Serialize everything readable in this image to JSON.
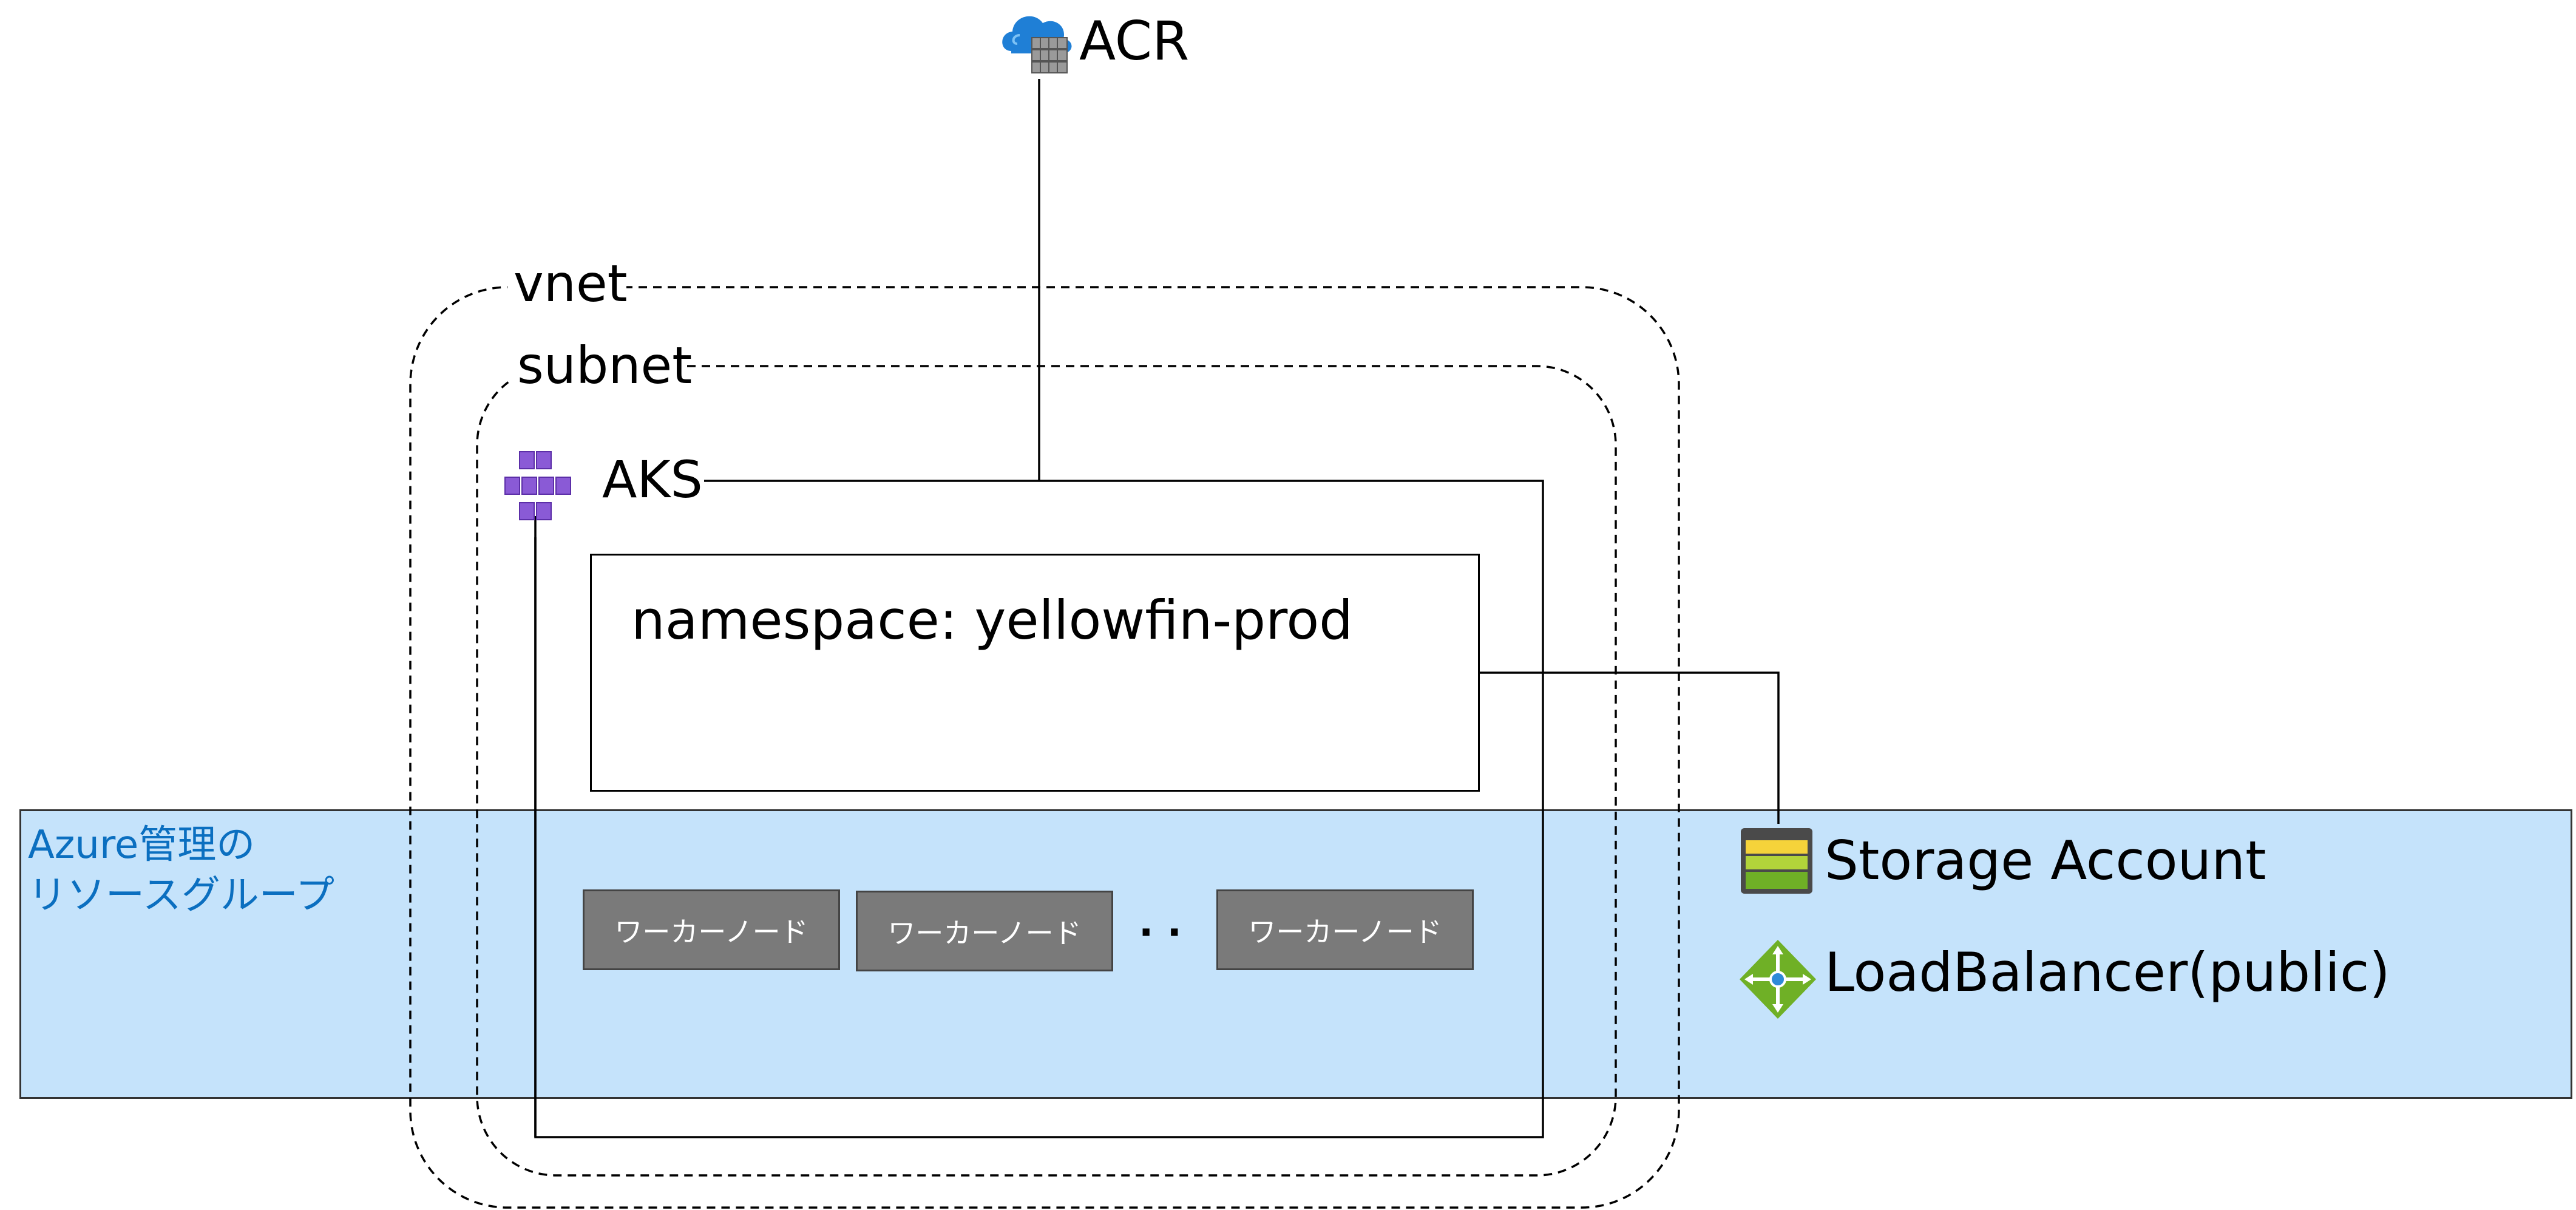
{
  "nodes": {
    "acr": {
      "label": "ACR",
      "icon": "container-registry-icon"
    },
    "vnet": {
      "label": "vnet"
    },
    "subnet": {
      "label": "subnet"
    },
    "aks": {
      "label": "AKS",
      "icon": "kubernetes-service-icon"
    },
    "namespace": {
      "label": "namespace: yellowfin-prod"
    },
    "resource_group": {
      "line1": "Azure管理の",
      "line2": "リソースグループ",
      "color": "#c5e3fb",
      "text_color": "#0b6fc0"
    },
    "workers": [
      {
        "label": "ワーカーノード"
      },
      {
        "label": "ワーカーノード"
      },
      {
        "label": "ワーカーノード"
      }
    ],
    "ellipsis": "· ·",
    "storage": {
      "label": "Storage Account",
      "icon": "storage-account-icon"
    },
    "lb": {
      "label": "LoadBalancer(public)",
      "icon": "load-balancer-icon"
    }
  },
  "edges": [
    {
      "from": "acr",
      "to": "aks"
    },
    {
      "from": "namespace",
      "to": "storage"
    },
    {
      "from": "aks",
      "to": "workers"
    }
  ]
}
